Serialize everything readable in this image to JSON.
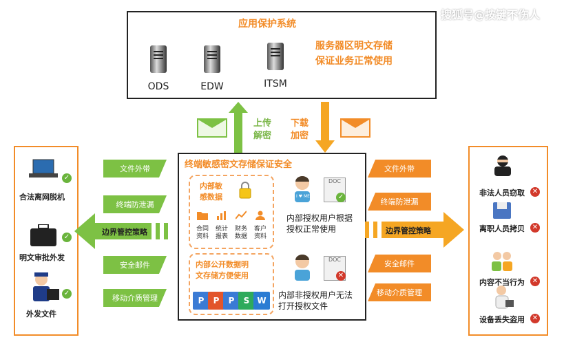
{
  "watermark": "搜狐号@按键不伤人",
  "top_box": {
    "title": "应用保护系统",
    "servers": [
      {
        "label": "ODS"
      },
      {
        "label": "EDW"
      },
      {
        "label": "ITSM"
      }
    ],
    "note_line1": "服务器区明文存储",
    "note_line2": "保证业务正常使用"
  },
  "arrows": {
    "upload_line1": "上传",
    "upload_line2": "解密",
    "download_line1": "下载",
    "download_line2": "加密"
  },
  "center_box": {
    "title": "终端敏感密文存储保证安全",
    "sensitive_title_line1": "内部敏",
    "sensitive_title_line2": "感数据",
    "sensitive_items": [
      {
        "line1": "合同",
        "line2": "资料",
        "icon": "folder-icon"
      },
      {
        "line1": "统计",
        "line2": "报表",
        "icon": "bar-chart-icon"
      },
      {
        "line1": "财务",
        "line2": "数据",
        "icon": "line-chart-icon"
      },
      {
        "line1": "客户",
        "line2": "资料",
        "icon": "user-icon"
      }
    ],
    "authorized_text_line1": "内部授权用户根据",
    "authorized_text_line2": "授权正常使用",
    "public_title_line1": "内部公开数据明",
    "public_title_line2": "文存储方便使用",
    "public_files": [
      {
        "letter": "P",
        "color": "#3a7bd5"
      },
      {
        "letter": "P",
        "color": "#e2552b"
      },
      {
        "letter": "P",
        "color": "#3a7bd5"
      },
      {
        "letter": "S",
        "color": "#2eaa5c"
      },
      {
        "letter": "W",
        "color": "#2b7cd3"
      }
    ],
    "unauthorized_text_line1": "内部非授权用户无法",
    "unauthorized_text_line2": "打开授权文件",
    "doc_label": "DOC",
    "badge_label": "I ♥ ME"
  },
  "left_policy": {
    "tabs": [
      "文件外带",
      "终端防泄漏",
      "安全邮件",
      "移动介质管理"
    ],
    "arrow_label": "边界管控策略",
    "items": [
      "合法离网脱机",
      "明文审批外发",
      "外发文件"
    ]
  },
  "right_policy": {
    "tabs": [
      "文件外带",
      "终端防泄漏",
      "安全邮件",
      "移动介质管理"
    ],
    "arrow_label": "边界管控策略",
    "items": [
      "非法人员窃取",
      "离职人员拷贝",
      "内容不当行为",
      "设备丢失盗用"
    ]
  },
  "colors": {
    "green": "#7dc144",
    "orange": "#f28c28",
    "yellow_arrow": "#f5a623",
    "ok": "#6ab43c",
    "deny": "#d2392b"
  }
}
